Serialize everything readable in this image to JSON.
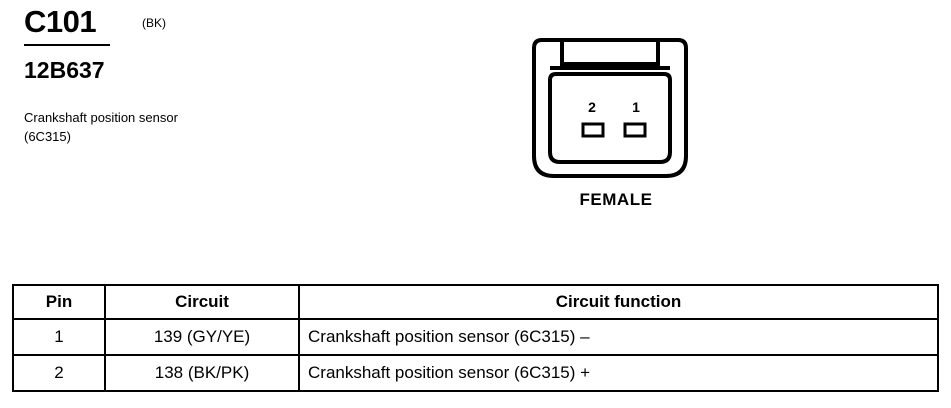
{
  "header": {
    "connector_id": "C101",
    "connector_color": "(BK)",
    "part_number": "12B637",
    "description": "Crankshaft position sensor (6C315)"
  },
  "connector": {
    "gender": "FEMALE",
    "pins": [
      "2",
      "1"
    ]
  },
  "pinout": {
    "headers": [
      "Pin",
      "Circuit",
      "Circuit function"
    ],
    "rows": [
      {
        "pin": "1",
        "circuit": "139 (GY/YE)",
        "function": "Crankshaft position sensor (6C315) –"
      },
      {
        "pin": "2",
        "circuit": "138 (BK/PK)",
        "function": "Crankshaft position sensor (6C315) +"
      }
    ]
  }
}
